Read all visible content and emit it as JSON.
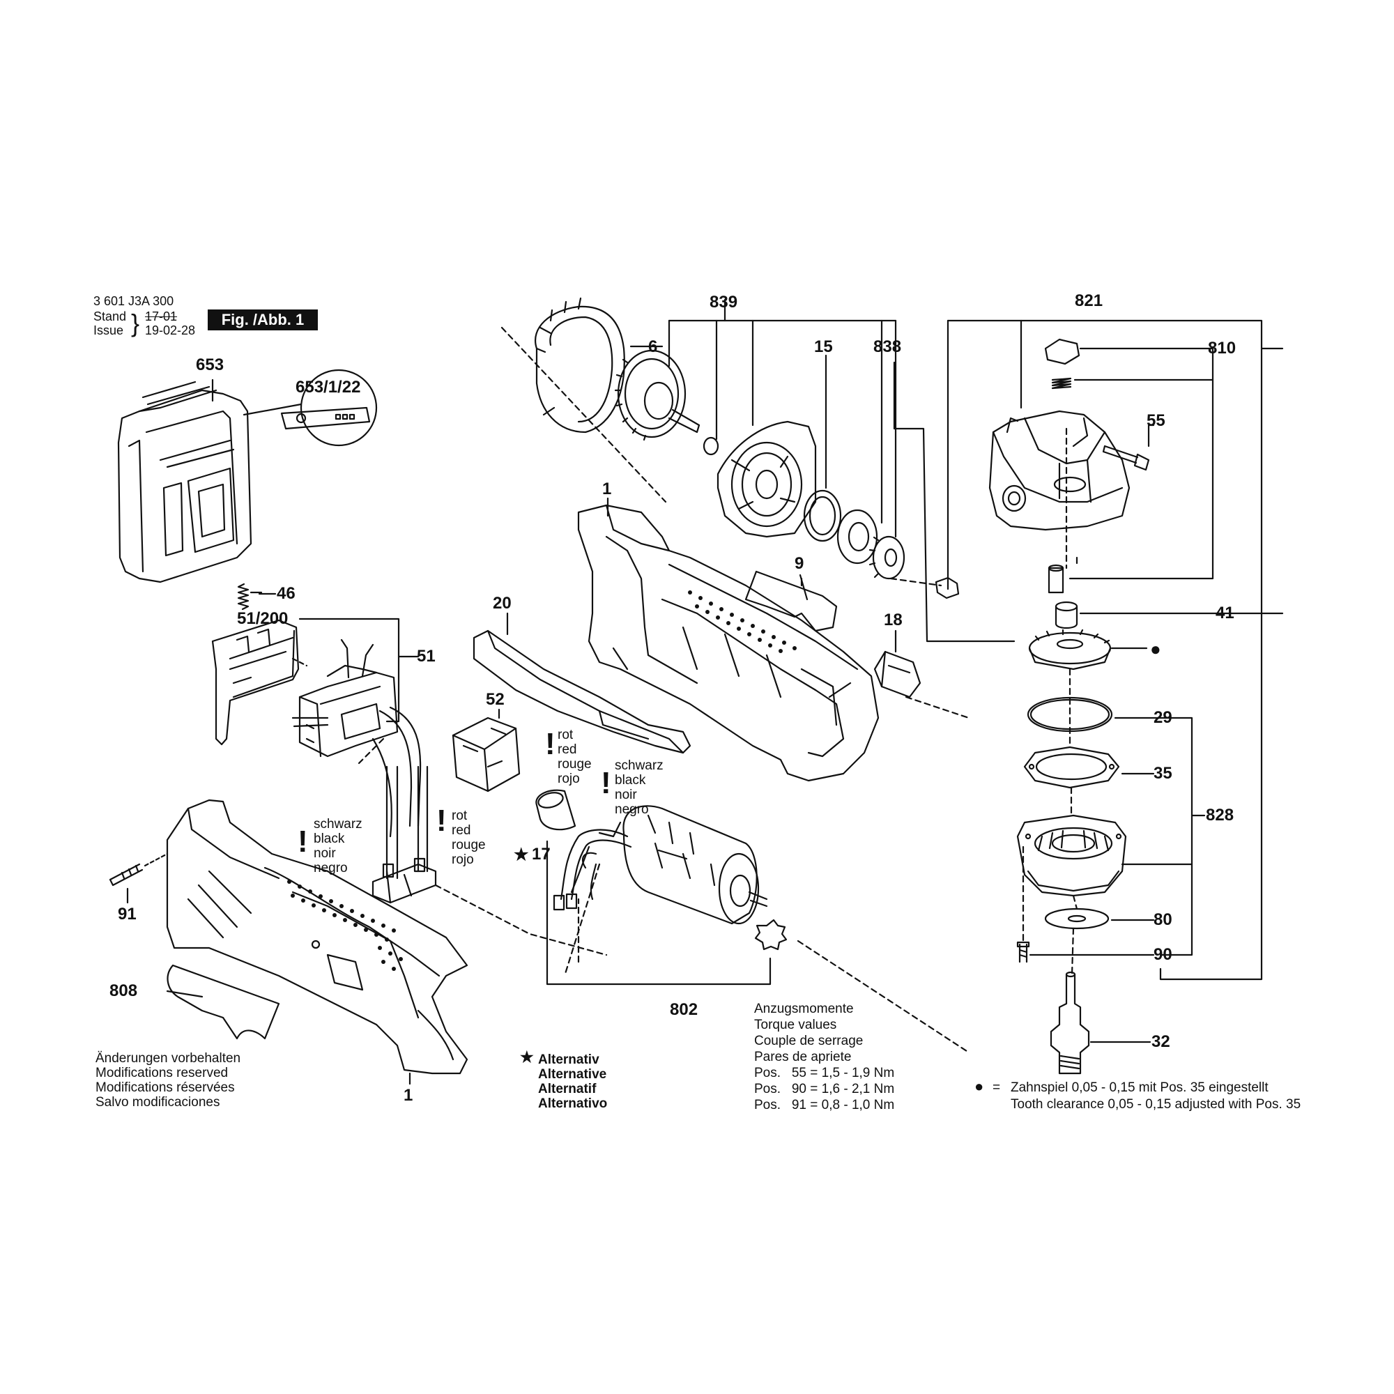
{
  "header": {
    "part_number": "3 601 J3A 300",
    "stand_label": "Stand",
    "issue_label": "Issue",
    "stand_date": "17-01",
    "issue_date": "19-02-28",
    "figure_label": "Fig. /Abb. 1"
  },
  "parts": {
    "p653": "653",
    "p653_1_22": "653/1/22",
    "p46": "46",
    "p51_200": "51/200",
    "p51": "51",
    "p91": "91",
    "p808": "808",
    "p1_bottom": "1",
    "p20": "20",
    "p52": "52",
    "p1_top": "1",
    "p6": "6",
    "p839": "839",
    "p15": "15",
    "p838": "838",
    "p9": "9",
    "p18": "18",
    "p17": "17",
    "p802": "802",
    "p821": "821",
    "p810": "810",
    "p55": "55",
    "p41": "41",
    "p29": "29",
    "p35": "35",
    "p828": "828",
    "p80": "80",
    "p90": "90",
    "p32": "32",
    "star": "★",
    "dot": "●"
  },
  "wires": {
    "red_group": [
      "rot",
      "red",
      "rouge",
      "rojo"
    ],
    "black_group": [
      "schwarz",
      "black",
      "noir",
      "negro"
    ],
    "exclamation": "!"
  },
  "notes": {
    "modifications": [
      "Änderungen vorbehalten",
      "Modifications reserved",
      "Modifications réservées",
      "Salvo modificaciones"
    ],
    "alternative": [
      "Alternativ",
      "Alternative",
      "Alternatif",
      "Alternativo"
    ],
    "torque_title": [
      "Anzugsmomente",
      "Torque values",
      "Couple de serrage",
      "Pares de apriete"
    ],
    "torque_rows": [
      "Pos.   55 = 1,5 - 1,9 Nm",
      "Pos.   90 = 1,6 - 2,1 Nm",
      "Pos.   91 = 0,8 - 1,0 Nm"
    ],
    "tooth_equals": "=",
    "tooth_de": "Zahnspiel 0,05 - 0,15 mit Pos. 35 eingestellt",
    "tooth_en": "Tooth clearance 0,05 - 0,15 adjusted with Pos. 35"
  }
}
